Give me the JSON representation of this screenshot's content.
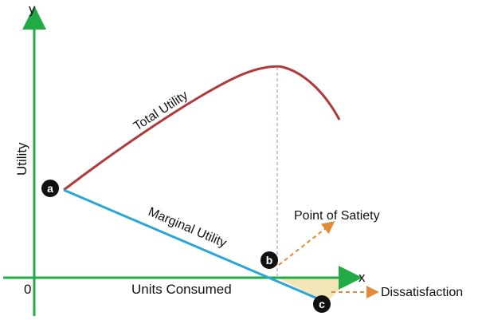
{
  "axes": {
    "y_label": "y",
    "x_label": "x",
    "origin_label": "0",
    "vertical_title": "Utility",
    "horizontal_title": "Units Consumed"
  },
  "curves": {
    "total_utility": "Total Utility",
    "marginal_utility": "Marginal Utility"
  },
  "points": {
    "a": "a",
    "b": "b",
    "c": "c"
  },
  "annotations": {
    "satiety": "Point of Satiety",
    "dissatisfaction": "Dissatisfaction"
  },
  "colors": {
    "axis": "#22aa44",
    "total_utility": "#b03a3a",
    "marginal_utility": "#2aa6d6",
    "dashed_guide": "#c68be0",
    "annotation_arrow": "#e08a3a",
    "negative_region": "#f2e6b8",
    "point_marker": "#111111"
  }
}
